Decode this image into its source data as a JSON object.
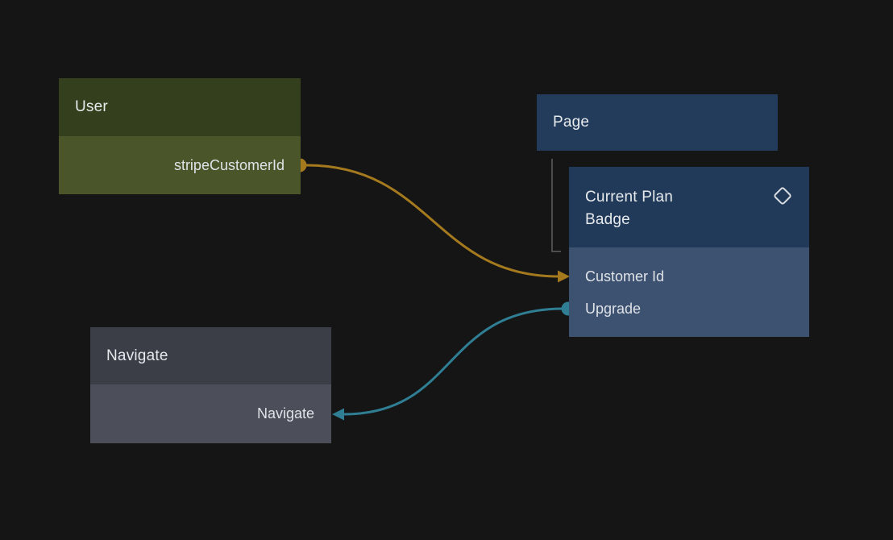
{
  "nodes": {
    "user": {
      "title": "User",
      "output_field": "stripeCustomerId"
    },
    "page": {
      "title": "Page"
    },
    "current_plan_badge": {
      "title": "Current Plan Badge",
      "fields": [
        "Customer Id",
        "Upgrade"
      ],
      "icon": "diamond-icon"
    },
    "navigate": {
      "title": "Navigate",
      "input_field": "Navigate"
    }
  },
  "edges": [
    {
      "from": "User.stripeCustomerId",
      "to": "Current Plan Badge.Customer Id",
      "color": "#a57a1e",
      "source": "dot",
      "target": "arrow"
    },
    {
      "from": "Current Plan Badge.Upgrade",
      "to": "Navigate.Navigate",
      "color": "#2f7e94",
      "source": "dot",
      "target": "arrow"
    }
  ],
  "hierarchy": {
    "parent": "Page",
    "child": "Current Plan Badge",
    "connector_color": "#4d4d4d"
  },
  "colors": {
    "canvas_background": "#151515",
    "user_header": "#34401d",
    "user_body": "#4b552a",
    "page_header": "#233c5b",
    "badge_header": "#223a59",
    "badge_body": "#3d5170",
    "navigate_header": "#3b3e47",
    "navigate_body": "#4c4f59",
    "text": "#e3e6ea",
    "icon_stroke": "#d9dde2"
  }
}
